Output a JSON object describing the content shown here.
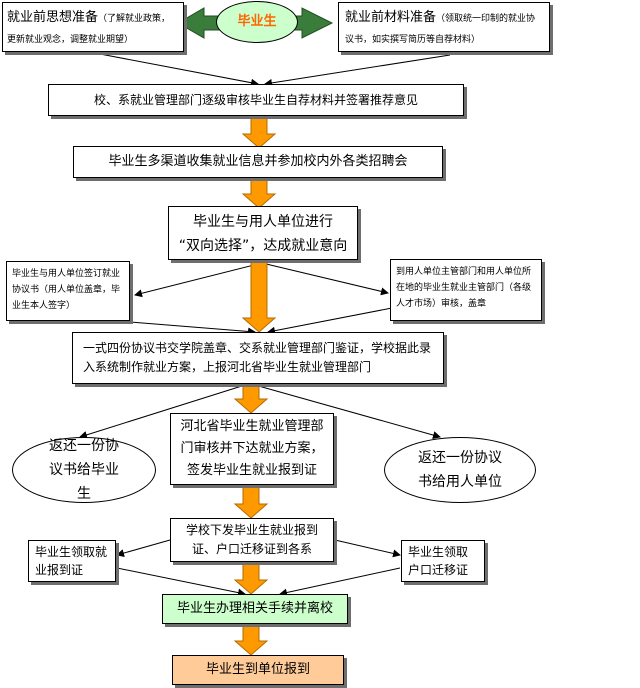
{
  "prep_thought": {
    "title": "就业前思想准备",
    "note": "（了解就业政策，更新就业观念，调整就业期望）"
  },
  "graduate_label": "毕业生",
  "prep_materials": {
    "title": "就业前材料准备",
    "note": "（领取统一印制的就业协议书，如实撰写简历等自荐材料）"
  },
  "step_review": "校、系就业管理部门逐级审核毕业生自荐材料并签署推荐意见",
  "step_collect": "毕业生多渠道收集就业信息并参加校内外各类招聘会",
  "step_select_line1": "毕业生与用人单位进行",
  "step_select_line2": "“双向选择”，达成就业意向",
  "left_sign": "毕业生与用人单位签订就业协议书（用人单位盖章，毕业生本人签字）",
  "right_sign": "到用人单位主管部门和用人单位所在地的毕业生就业主管部门（各级人才市场）审核，盖章",
  "step_submit_line1": "一式四份协议书交学院盖章、交系就业管理部门鉴证，学校据此录",
  "step_submit_line2": "入系统制作就业方案，上报河北省毕业生就业管理部门",
  "return_graduate": "返还一份协议书给毕业生",
  "province_review": "河北省毕业生就业管理部门审核并下达就业方案，签发毕业生就业报到证",
  "return_employer": "返还一份协议书给用人单位",
  "school_issue": "学校下发毕业生就业报到证、户口迁移证到各系",
  "left_collect": "毕业生领取就业报到证",
  "right_collect": "毕业生领取户口迁移证",
  "step_leave": "毕业生办理相关手续并离校",
  "step_report": "毕业生到单位报到",
  "colors": {
    "green_fill": "#ccffcc",
    "green_arrow": "#3a7d3a",
    "orange_arrow": "#ff9900",
    "peach_fill": "#ffcc99",
    "graduate_text": "#ff6600"
  }
}
